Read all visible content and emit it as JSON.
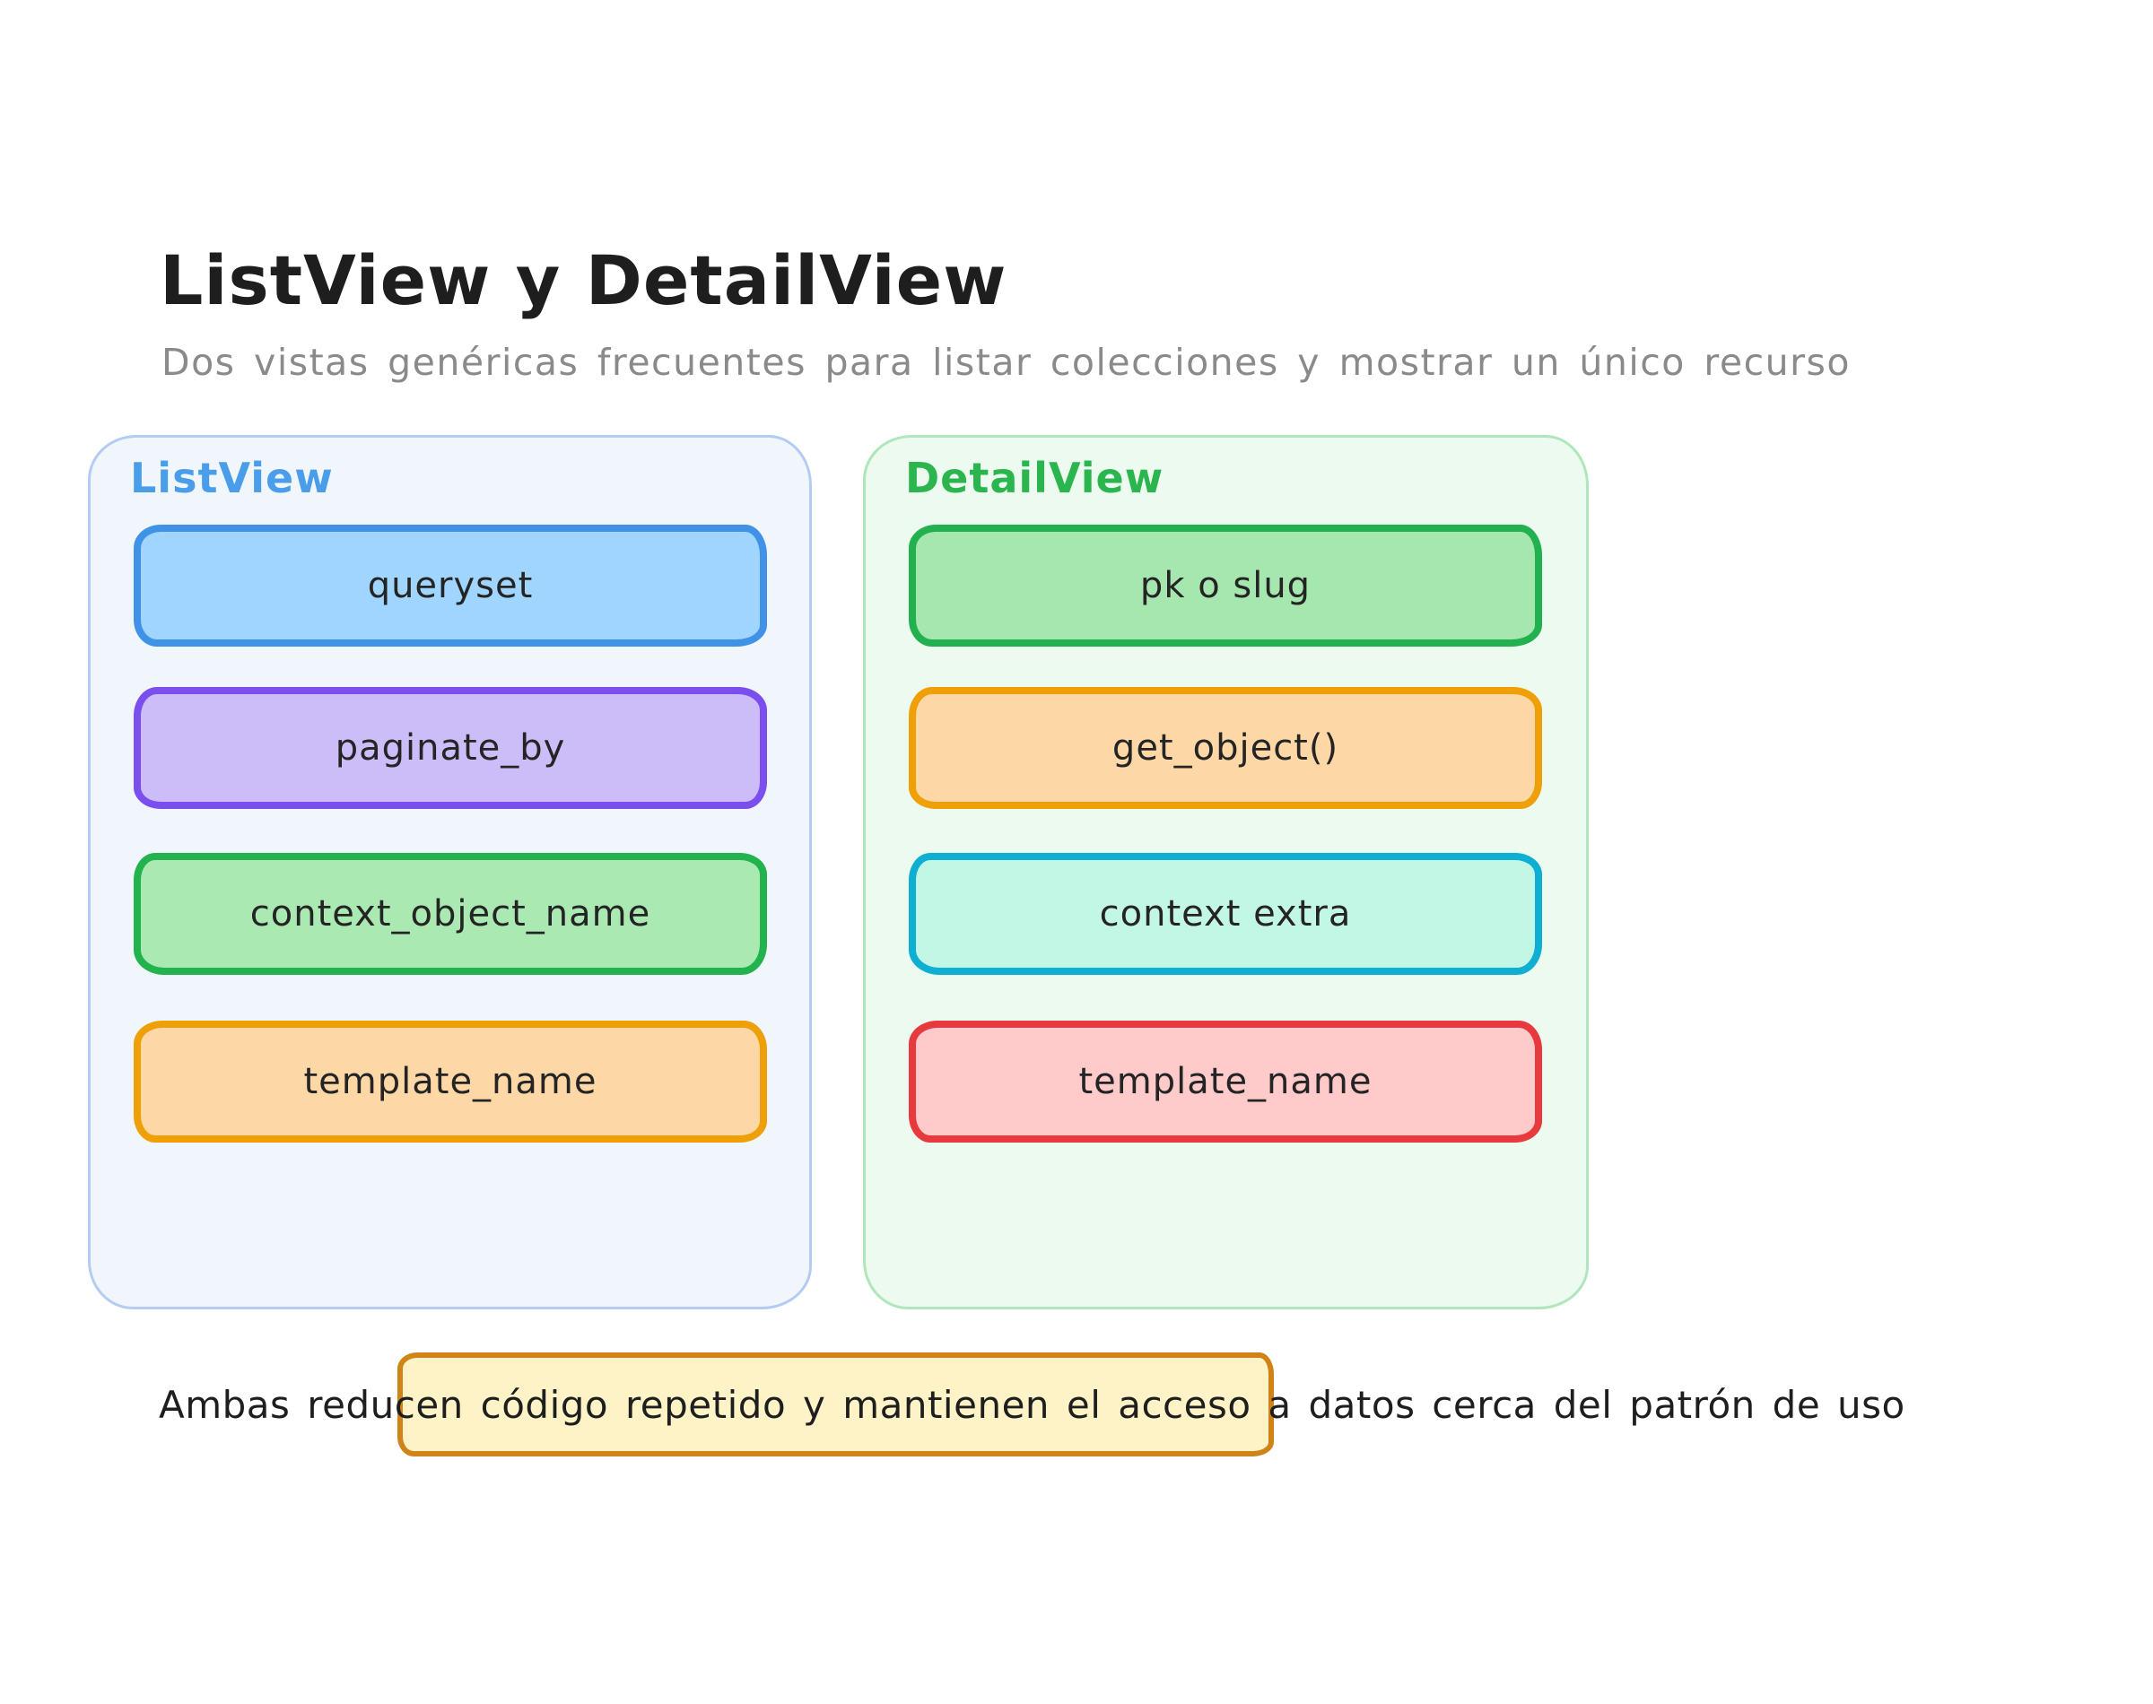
{
  "header": {
    "title": "ListView y DetailView",
    "subtitle": "Dos vistas genéricas frecuentes para listar colecciones y mostrar un único recurso",
    "title_color": "#1e1e1e",
    "subtitle_color": "#8a8a8a"
  },
  "panels": [
    {
      "label": "ListView",
      "label_color": "#4a9ee9",
      "bg": "#f1f6fd",
      "border": "#b4ccf3",
      "items": [
        {
          "label": "queryset",
          "fill": "#9fd5fe",
          "stroke": "#3f92e6"
        },
        {
          "label": "paginate_by",
          "fill": "#ccbcf8",
          "stroke": "#7a4fee"
        },
        {
          "label": "context_object_name",
          "fill": "#abe9b3",
          "stroke": "#22b24e"
        },
        {
          "label": "template_name",
          "fill": "#fdd8a6",
          "stroke": "#ef9f08"
        }
      ]
    },
    {
      "label": "DetailView",
      "label_color": "#2bb54f",
      "bg": "#edfaf0",
      "border": "#b0e6bc",
      "items": [
        {
          "label": "pk o slug",
          "fill": "#a6e7b0",
          "stroke": "#22b14e"
        },
        {
          "label": "get_object()",
          "fill": "#fdd8a6",
          "stroke": "#ef9f08"
        },
        {
          "label": "context extra",
          "fill": "#c3f7e5",
          "stroke": "#0faed3"
        },
        {
          "label": "template_name",
          "fill": "#fecaca",
          "stroke": "#e63a3e"
        }
      ]
    }
  ],
  "footnote": {
    "text": "Ambas reducen código repetido y mantienen el acceso a datos cerca del patrón de uso",
    "highlight_fill": "#fdf3c6",
    "highlight_stroke": "#d08418"
  }
}
